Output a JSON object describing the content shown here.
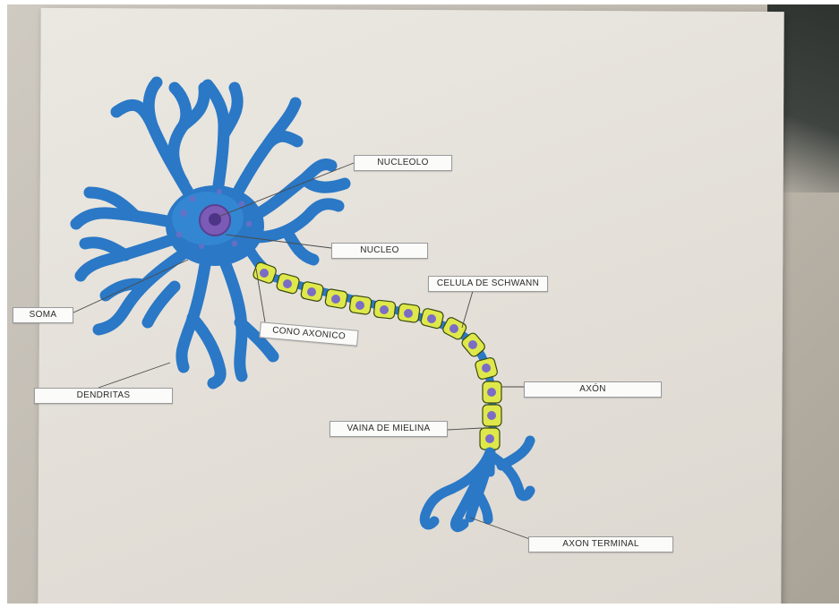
{
  "colors": {
    "neuron_blue": "#2a78c6",
    "neuron_blue_light": "#3a8fd8",
    "nucleus_purple": "#7b5bb5",
    "myelin_yellow": "#dfe84a",
    "paper": "#e6e3dd"
  },
  "labels": {
    "nucleolo": "NUCLEOLO",
    "nucleo": "NUCLEO",
    "soma": "SOMA",
    "cono_axonico": "CONO AXONICO",
    "celula_de_schwann": "CELULA DE SCHWANN",
    "dendritas": "DENDRITAS",
    "axon": "AXÓN",
    "vaina_de_mielina": "VAINA DE MIELINA",
    "axon_terminal": "AXON TERMINAL"
  }
}
